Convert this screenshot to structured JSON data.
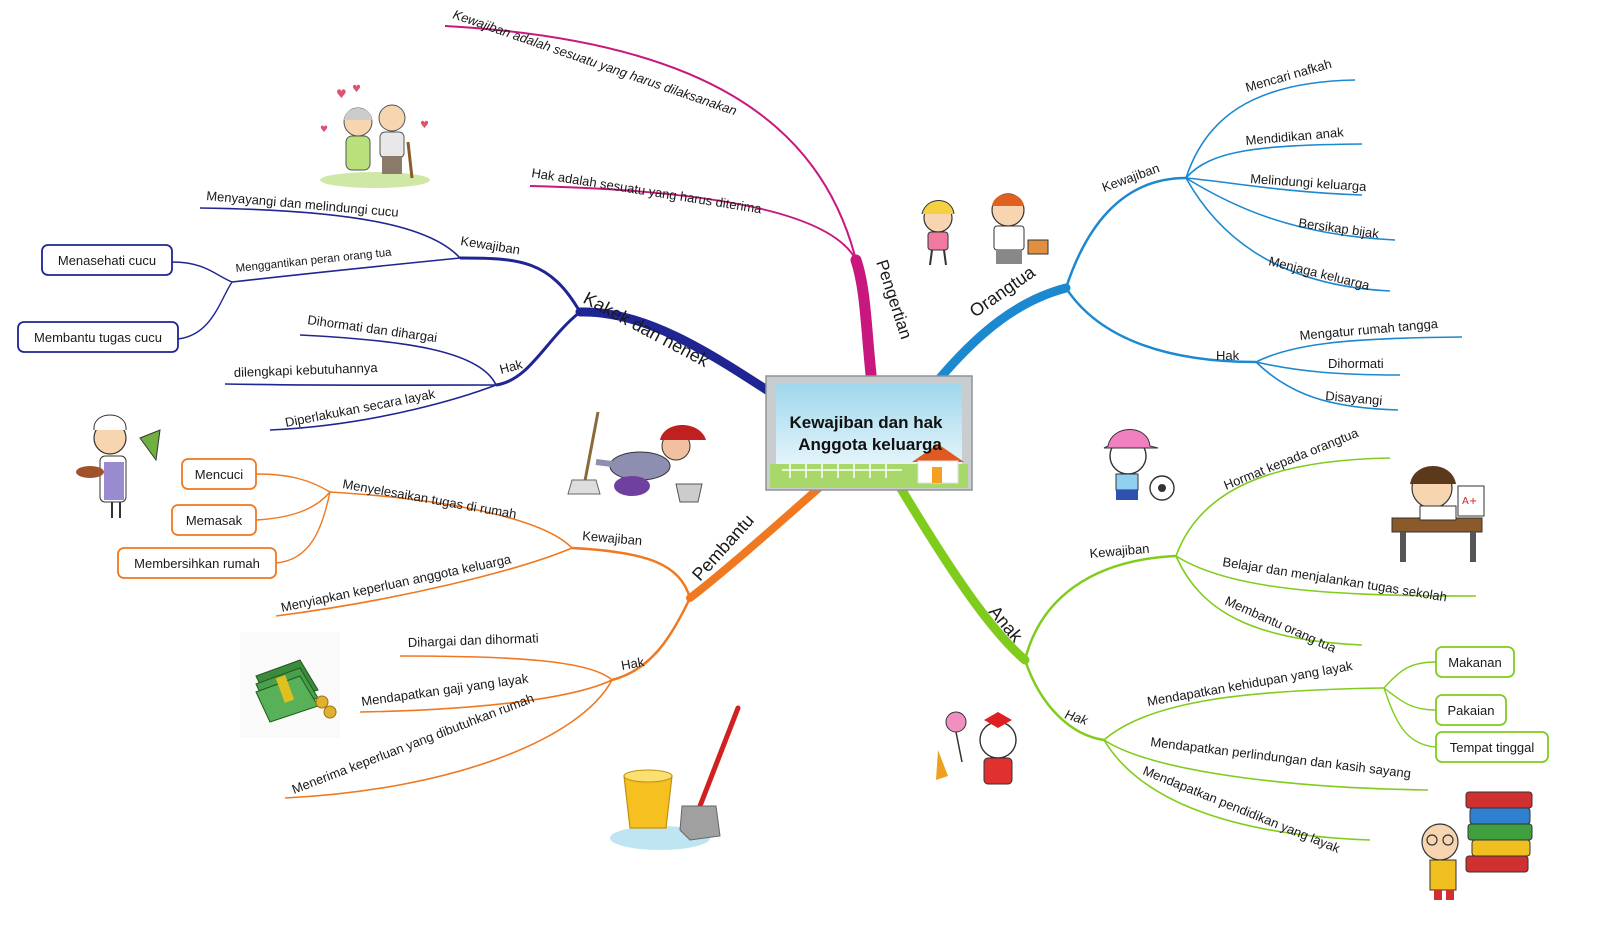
{
  "center": {
    "line1": "Kewajiban dan hak",
    "line2": "Anggota keluarga"
  },
  "colors": {
    "pengertian": "#c8187e",
    "kakek": "#1f2592",
    "orangtua": "#1b88d0",
    "pembantu": "#f07820",
    "anak": "#80cc1c"
  },
  "pengertian": {
    "label": "Pengertian",
    "kewajiban_def": "Kewajiban adalah sesuatu yang harus dilaksanakan",
    "hak_def": "Hak adalah sesuatu yang harus diterima"
  },
  "kakek": {
    "label": "Kakek dan nenek",
    "kewajiban": {
      "label": "Kewajiban",
      "items": [
        "Menyayangi dan melindungi cucu",
        "Menggantikan peran orang tua"
      ],
      "subitems": [
        "Menasehati cucu",
        "Membantu tugas cucu"
      ]
    },
    "hak": {
      "label": "Hak",
      "items": [
        "Dihormati dan dihargai",
        "dilengkapi kebutuhannya",
        "Diperlakukan secara layak"
      ]
    }
  },
  "orangtua": {
    "label": "Orangtua",
    "kewajiban": {
      "label": "Kewajiban",
      "items": [
        "Mencari nafkah",
        "Mendidikan anak",
        "Melindungi  keluarga",
        "Bersikap bijak",
        "Menjaga keluarga"
      ]
    },
    "hak": {
      "label": "Hak",
      "items": [
        "Mengatur rumah tangga",
        "Dihormati",
        "Disayangi"
      ]
    }
  },
  "pembantu": {
    "label": "Pembantu",
    "kewajiban": {
      "label": "Kewajiban",
      "items": [
        "Menyelesaikan tugas di rumah",
        "Menyiapkan keperluan anggota keluarga"
      ],
      "subitems": [
        "Mencuci",
        "Memasak",
        "Membersihkan rumah"
      ]
    },
    "hak": {
      "label": "Hak",
      "items": [
        "Dihargai dan dihormati",
        "Mendapatkan gaji yang layak",
        "Menerima keperluan yang dibutuhkan rumah"
      ]
    }
  },
  "anak": {
    "label": "Anak",
    "kewajiban": {
      "label": "Kewajiban",
      "items": [
        "Hormat kepada orangtua",
        "Belajar dan menjalankan tugas sekolah",
        "Membantu orang tua"
      ]
    },
    "hak": {
      "label": "Hak",
      "items": [
        "Mendapatkan kehidupan yang layak",
        "Mendapatkan perlindungan dan kasih sayang",
        "Mendapatkan pendidikan yang layak"
      ],
      "subitems": [
        "Makanan",
        "Pakaian",
        "Tempat tinggal"
      ]
    }
  }
}
